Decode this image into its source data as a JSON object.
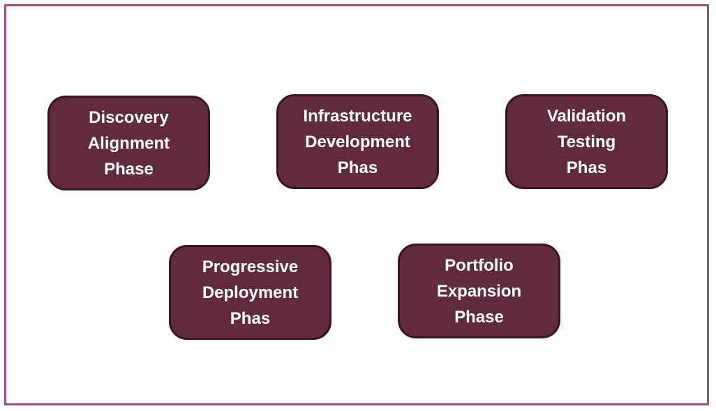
{
  "diagram": {
    "colors": {
      "frame_border": "#a0507f",
      "box_fill": "#612a3f",
      "box_border": "#3a1424",
      "box_text": "#ffffff",
      "background": "#ffffff"
    },
    "phases": [
      {
        "label": "Discovery\nAlignment\nPhase"
      },
      {
        "label": "Infrastructure\nDevelopment\nPhas"
      },
      {
        "label": "Validation\nTesting\nPhas"
      },
      {
        "label": "Progressive\nDeployment\nPhas"
      },
      {
        "label": "Portfolio\nExpansion\nPhase"
      }
    ]
  }
}
